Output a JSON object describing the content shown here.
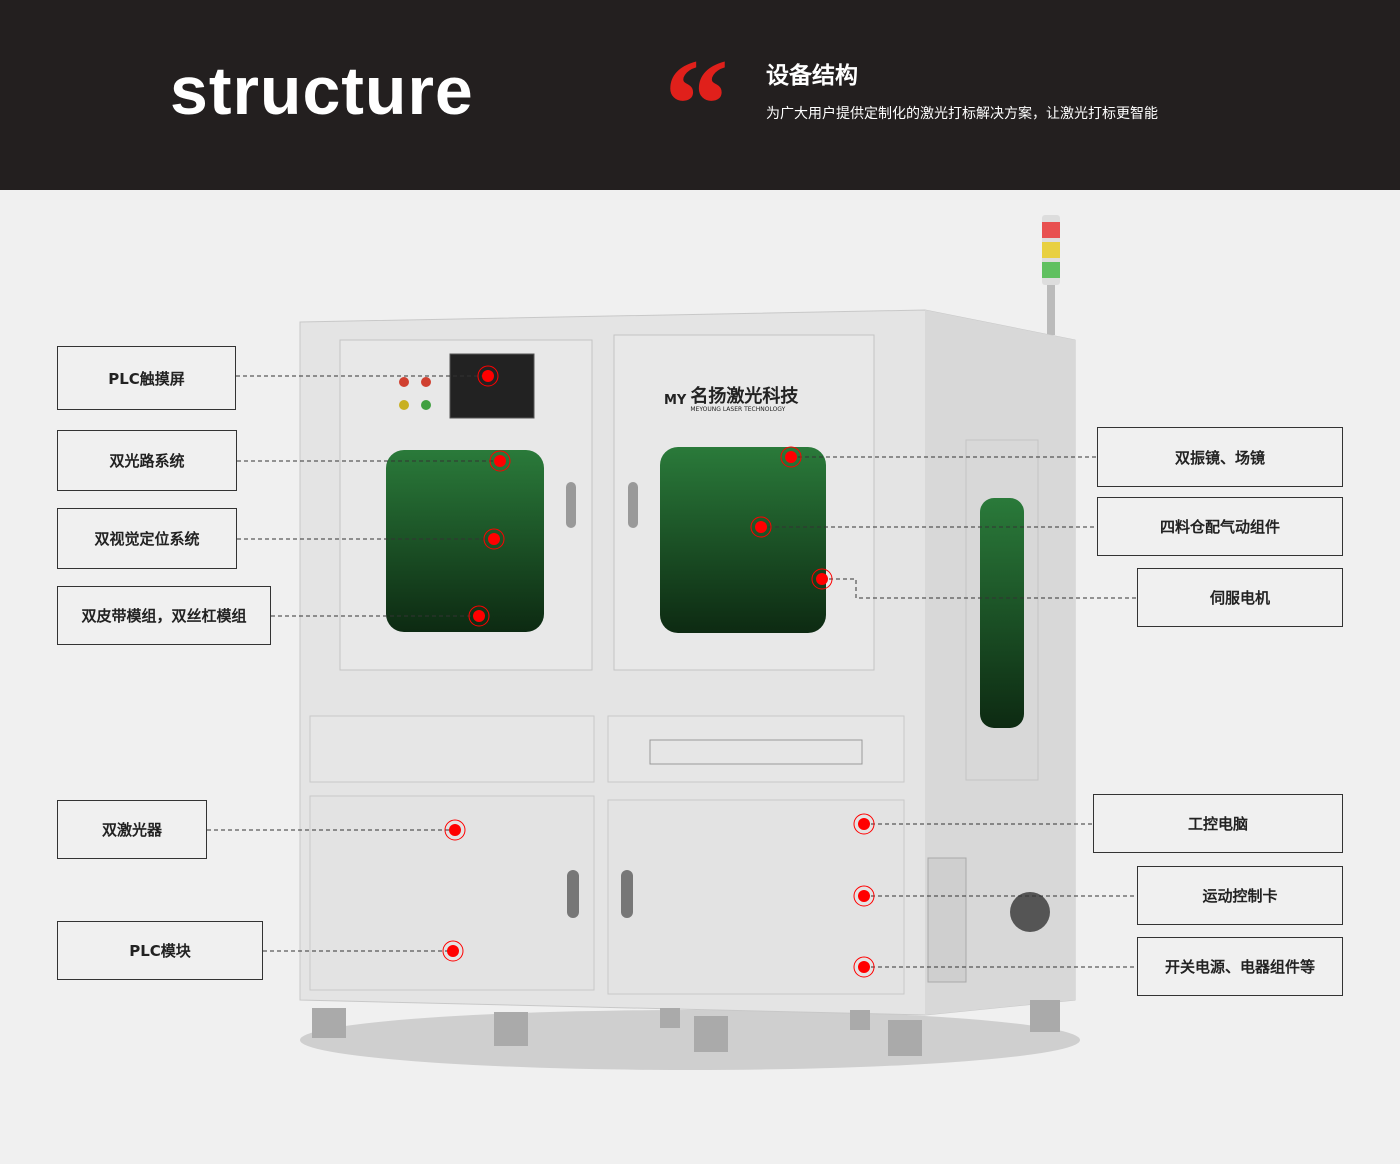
{
  "header": {
    "en_title": "structure",
    "quote_mark": "“",
    "cn_title": "设备结构",
    "subtitle": "为广大用户提供定制化的激光打标解决方案，让激光打标更智能"
  },
  "logo": {
    "mark": "MY",
    "cn": "名扬激光科技",
    "en": "MEYOUNG LASER TECHNOLOGY"
  },
  "labels_left": [
    "PLC触摸屏",
    "双光路系统",
    "双视觉定位系统",
    "双皮带模组，双丝杠模组",
    "双激光器",
    "PLC模块"
  ],
  "labels_right": [
    "双振镜、场镜",
    "四料仓配气动组件",
    "伺服电机",
    "工控电脑",
    "运动控制卡",
    "开关电源、电器组件等"
  ],
  "colors": {
    "header_bg": "#231f1f",
    "accent": "#e0201b",
    "marker": "#ff0000"
  }
}
